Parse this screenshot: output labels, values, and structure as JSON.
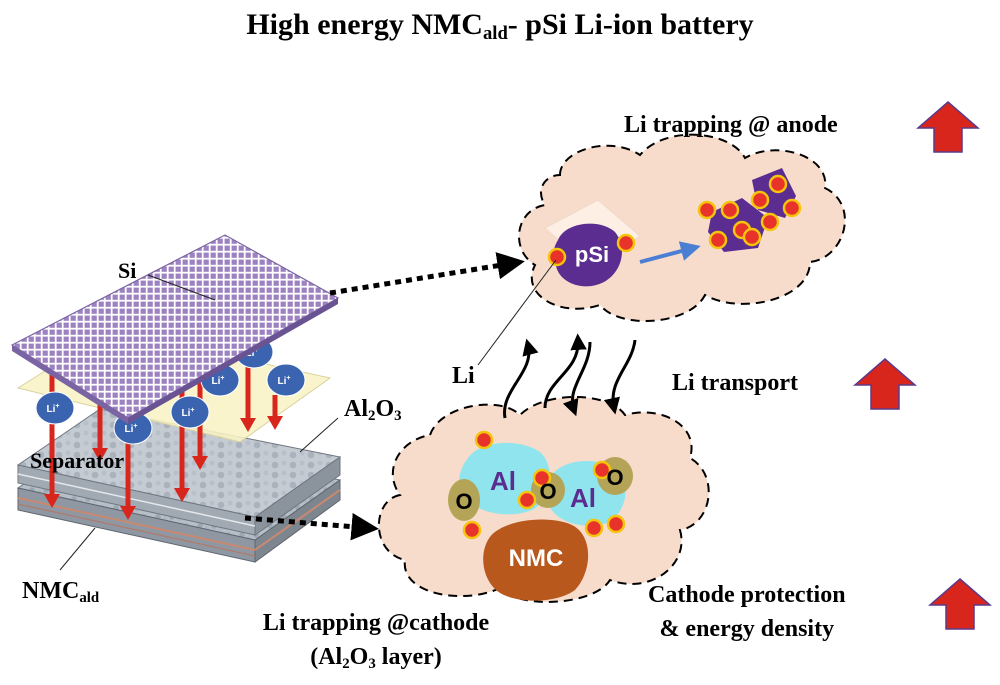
{
  "title": {
    "main": "High energy NMC",
    "sub": "ald",
    "rest": "- pSi Li-ion battery"
  },
  "labels": {
    "si": "Si",
    "separator": "Separator",
    "nmc_main": "NMC",
    "nmc_sub": "ald",
    "al2o3_a": "Al",
    "al2o3_sub1": "2",
    "al2o3_b": "O",
    "al2o3_sub2": "3",
    "li": "Li",
    "li_ion": "Li",
    "li_ion_sup": "+",
    "psi": "pSi",
    "al": "Al",
    "o": "O",
    "nmc_particle": "NMC"
  },
  "annotations": {
    "anode_trapping": "Li trapping @ anode",
    "li_transport": "Li transport",
    "cathode_protection_1": "Cathode protection",
    "cathode_protection_2": "& energy density",
    "cathode_trapping_1": "Li trapping @cathode",
    "cathode_trapping_2_a": "(Al",
    "cathode_trapping_2_sub1": "2",
    "cathode_trapping_2_b": "O",
    "cathode_trapping_2_sub2": "3",
    "cathode_trapping_2_c": " layer)"
  },
  "colors": {
    "cloud_fill": "#f7dccb",
    "si_purple": "#a58bc4",
    "psi_purple": "#5b2d91",
    "li_red": "#e8332a",
    "li_yellow": "#f5c40c",
    "li_ion_blue": "#3a64b0",
    "arrow_red": "#d8261c",
    "al_cyan": "#8fe4ee",
    "o_olive": "#b4a457",
    "nmc_brown": "#b8581d",
    "separator_yellow": "#f8f3c4",
    "transport_blue": "#4a7fd3"
  }
}
